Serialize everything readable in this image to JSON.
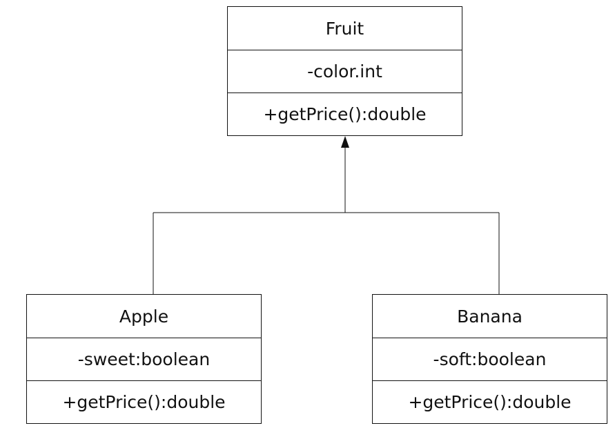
{
  "classes": {
    "fruit": {
      "name": "Fruit",
      "attribute": "-color.int",
      "method": "+getPrice():double"
    },
    "apple": {
      "name": "Apple",
      "attribute": "-sweet:boolean",
      "method": "+getPrice():double"
    },
    "banana": {
      "name": "Banana",
      "attribute": "-soft:boolean",
      "method": "+getPrice():double"
    }
  },
  "relationships": [
    {
      "type": "generalization",
      "child": "Apple",
      "parent": "Fruit"
    },
    {
      "type": "generalization",
      "child": "Banana",
      "parent": "Fruit"
    }
  ],
  "colors": {
    "line": "#111111",
    "background": "#ffffff"
  }
}
